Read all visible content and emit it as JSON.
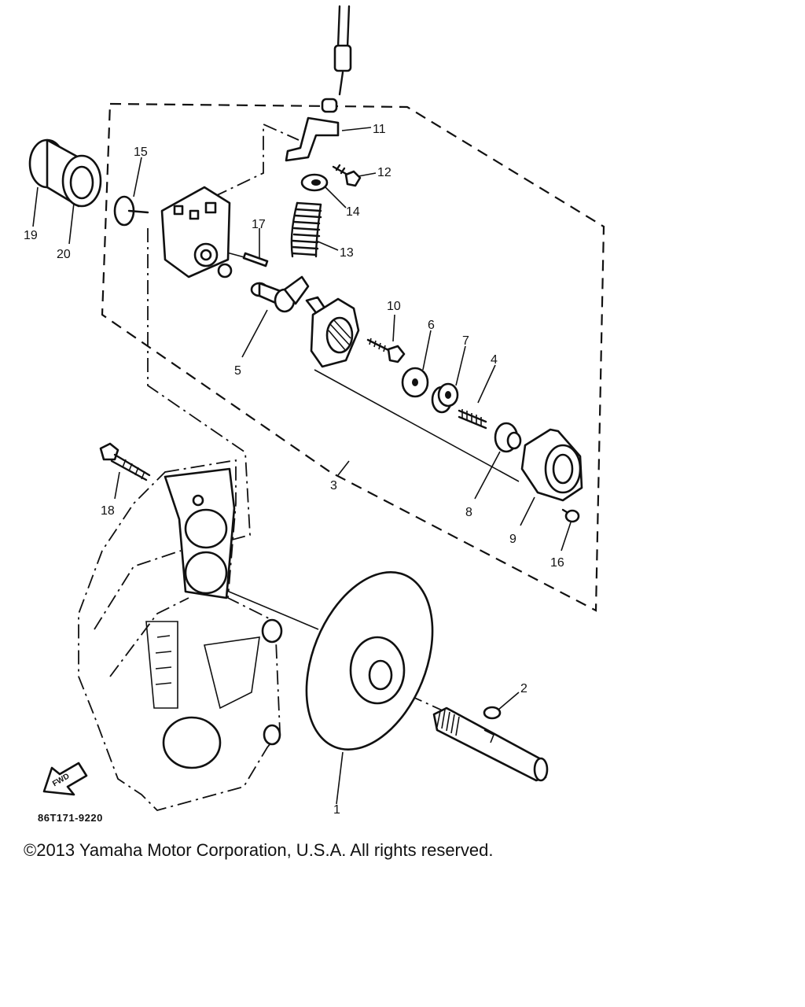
{
  "diagram": {
    "callouts": {
      "p1": "1",
      "p2": "2",
      "p3": "3",
      "p4": "4",
      "p5": "5",
      "p6": "6",
      "p7": "7",
      "p8": "8",
      "p9": "9",
      "p10": "10",
      "p11": "11",
      "p12": "12",
      "p13": "13",
      "p14": "14",
      "p15": "15",
      "p16": "16",
      "p17": "17",
      "p18": "18",
      "p19": "19",
      "p20": "20"
    },
    "drawing_code": "86T171-9220",
    "fwd_label": "FWD"
  },
  "footer": {
    "copyright": "©2013 Yamaha Motor Corporation, U.S.A. All rights reserved."
  }
}
